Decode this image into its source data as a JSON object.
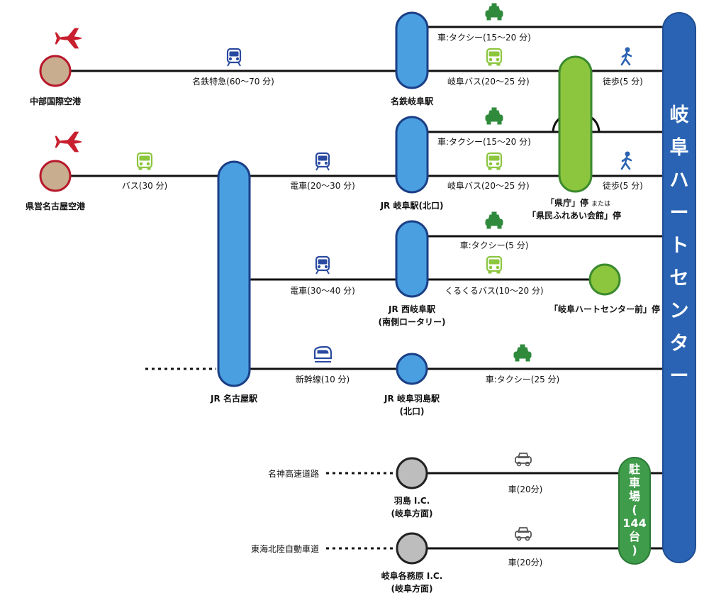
{
  "colors": {
    "line": "#111111",
    "station_blue": "#4a9fe0",
    "station_blue_stroke": "#1b3f86",
    "bus_stop_green": "#8cc63f",
    "bus_stop_green_stroke": "#3c8a2e",
    "parking_green": "#3e9c4a",
    "dest_blue": "#2a63b3",
    "airport_fill": "#c8ad8e",
    "airport_stroke": "#b8192c",
    "ic_fill": "#bdbdbd",
    "ic_stroke": "#222222",
    "plane_red": "#c8202f",
    "taxi_green": "#2f8a3c",
    "bus_green": "#8cc63f",
    "train_blue": "#2a4aa0",
    "walk_blue": "#2a63b3",
    "car_gray": "#555555"
  },
  "icons": {
    "plane": "plane-icon",
    "train": "train-icon",
    "bus": "bus-icon",
    "taxi": "taxi-icon",
    "walk": "walk-icon",
    "shinkansen": "shinkansen-icon",
    "car": "car-icon"
  },
  "nodes": {
    "chubu_airport": "中部国際空港",
    "nagoya_airport": "県営名古屋空港",
    "meitetsu_gifu": "名鉄岐阜駅",
    "jr_gifu": "JR 岐阜駅(北口)",
    "jr_nishigifu_line1": "JR 西岐阜駅",
    "jr_nishigifu_line2": "(南側ロータリー)",
    "jr_nagoya": "JR 名古屋駅",
    "jr_hashima_line1": "JR 岐阜羽島駅",
    "jr_hashima_line2": "(北口)",
    "kencho_stop_line1": "「県庁」停",
    "kencho_stop_or": "または",
    "kencho_stop_line2": "「県民ふれあい会館」停",
    "heart_center_stop": "「岐阜ハートセンター前」停",
    "hashima_ic_line1": "羽島 I.C.",
    "hashima_ic_line2": "(岐阜方面)",
    "kakamigahara_ic_line1": "岐阜各務原 I.C.",
    "kakamigahara_ic_line2": "(岐阜方面)",
    "meishin": "名神高速道路",
    "tokai_hokuriku": "東海北陸自動車道",
    "parking": [
      "駐",
      "車",
      "場",
      "(",
      "144",
      "台",
      ")"
    ],
    "destination": [
      "岐",
      "阜",
      "ハ",
      "ー",
      "ト",
      "セ",
      "ン",
      "タ",
      "ー"
    ]
  },
  "routes": {
    "meitetsu_express": "名鉄特急(60〜70 分)",
    "bus_30": "バス(30 分)",
    "train_20_30": "電車(20〜30 分)",
    "train_30_40": "電車(30〜40 分)",
    "shinkansen_10": "新幹線(10 分)",
    "taxi_meitetsu": "車:タクシー(15〜20 分)",
    "bus_meitetsu": "岐阜バス(20〜25 分)",
    "walk_meitetsu": "徒歩(5 分)",
    "taxi_jrgifu": "車:タクシー(15〜20 分)",
    "bus_jrgifu": "岐阜バス(20〜25 分)",
    "walk_jrgifu": "徒歩(5 分)",
    "taxi_nishigifu": "車:タクシー(5 分)",
    "kurukuru_bus": "くるくるバス(10〜20 分)",
    "taxi_hashima": "車:タクシー(25 分)",
    "car_hashima_ic": "車(20分)",
    "car_kakamigahara_ic": "車(20分)"
  }
}
